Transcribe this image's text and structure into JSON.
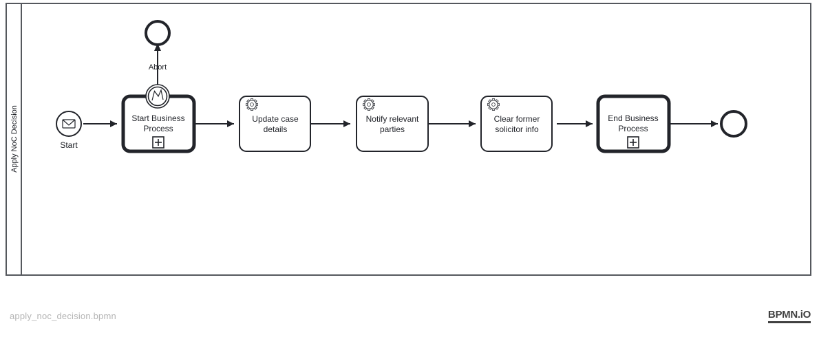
{
  "diagram": {
    "filename": "apply_noc_decision.bpmn",
    "branding": "BPMN.iO",
    "pool": {
      "lane_label": "Apply NoC Decision"
    },
    "colors": {
      "stroke": "#22242a",
      "pool_stroke": "#55585d",
      "fill": "#ffffff",
      "filename_text": "#b4b4b4",
      "logo": "#404040"
    },
    "elements": [
      {
        "id": "start-event",
        "type": "message-start-event",
        "icon": "envelope-icon",
        "label": "Start"
      },
      {
        "id": "start-business-process",
        "type": "call-activity",
        "label": "Start Business Process",
        "marker": "sub-process-plus-marker",
        "boundary_event": {
          "id": "error-boundary-event",
          "type": "error-boundary-event",
          "icon": "lightning-bolt-icon"
        }
      },
      {
        "id": "update-case-details",
        "type": "service-task",
        "icon": "gear-icon",
        "label": "Update case details"
      },
      {
        "id": "notify-relevant-parties",
        "type": "service-task",
        "icon": "gear-icon",
        "label": "Notify relevant parties"
      },
      {
        "id": "clear-former-solicitor-info",
        "type": "service-task",
        "icon": "gear-icon",
        "label": "Clear former solicitor info"
      },
      {
        "id": "end-business-process",
        "type": "call-activity",
        "label": "End Business Process",
        "marker": "sub-process-plus-marker"
      },
      {
        "id": "end-event",
        "type": "end-event",
        "label": ""
      },
      {
        "id": "abort-end-event",
        "type": "end-event",
        "label": "Abort"
      }
    ],
    "labels": {
      "start": "Start",
      "abort": "Abort",
      "start_business_process_line1": "Start Business",
      "start_business_process_line2": "Process",
      "update_case_line1": "Update case",
      "update_case_line2": "details",
      "notify_line1": "Notify relevant",
      "notify_line2": "parties",
      "clear_line1": "Clear former",
      "clear_line2": "solicitor info",
      "end_business_process_line1": "End Business",
      "end_business_process_line2": "Process"
    }
  }
}
